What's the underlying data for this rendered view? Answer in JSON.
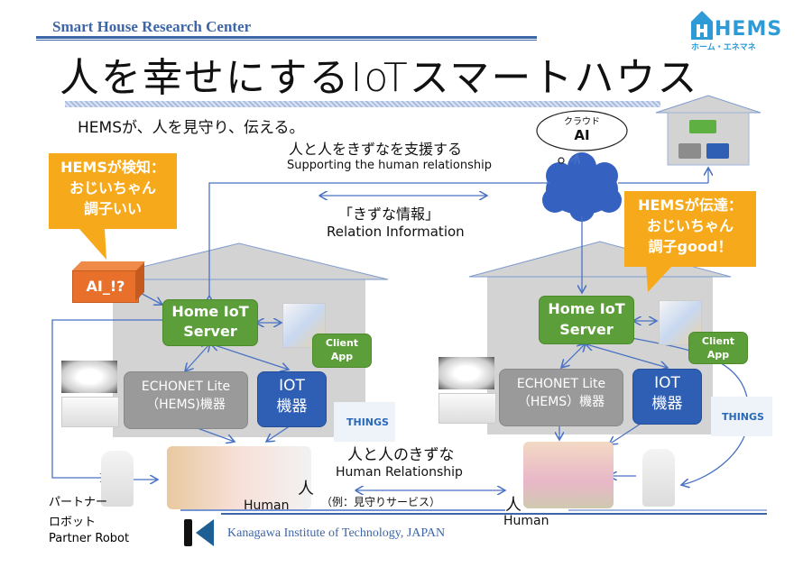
{
  "header": {
    "org": "Smart House Research Center",
    "title": "人を幸せにするIoTスマートハウス",
    "logo_text": "HEMS",
    "logo_sub": "ホーム・エネマネ"
  },
  "subtitle": "HEMSが、人を見守り、伝える。",
  "support": {
    "jp": "人と人をきずなを支援する",
    "en": "Supporting the human relationship"
  },
  "relation_info": {
    "jp": "「きずな情報」",
    "en": "Relation Information"
  },
  "cloud": {
    "small": "クラウド",
    "label": "AI"
  },
  "bubble_left": {
    "lines": [
      "HEMSが検知：",
      "おじいちゃん",
      "調子いい"
    ]
  },
  "bubble_right": {
    "lines": [
      "HEMSが伝達：",
      "おじいちゃん",
      "調子good！"
    ]
  },
  "ai_box": "AI_!?",
  "left_house": {
    "server": [
      "Home IoT",
      "Server"
    ],
    "client": [
      "Client",
      "App"
    ],
    "echonet": [
      "ECHONET Lite",
      "（HEMS)機器"
    ],
    "iot": [
      "IOT",
      "機器"
    ]
  },
  "right_house": {
    "server": [
      "Home IoT",
      "Server"
    ],
    "client": [
      "Client",
      "App"
    ],
    "echonet": [
      "ECHONET Lite",
      "（HEMS）機器"
    ],
    "iot": [
      "IOT",
      "機器"
    ]
  },
  "iot_image_text": "THINGS",
  "human_relationship": {
    "jp": "人と人のきずな",
    "en": "Human Relationship",
    "example": "（例：見守りサービス）"
  },
  "human_left": {
    "jp": "人",
    "en": "Human"
  },
  "human_right": {
    "jp": "人",
    "en": "Human"
  },
  "robot": {
    "jp1": "パートナー",
    "jp2": "ロボット",
    "en": "Partner Robot"
  },
  "footer": {
    "institute": "Kanagawa Institute of Technology, JAPAN"
  },
  "colors": {
    "accent_blue": "#3d66a8",
    "bubble_orange": "#f6a91a",
    "server_green": "#5c9e3a",
    "iot_blue": "#2f5fb5",
    "ai_orange": "#e8702a"
  }
}
